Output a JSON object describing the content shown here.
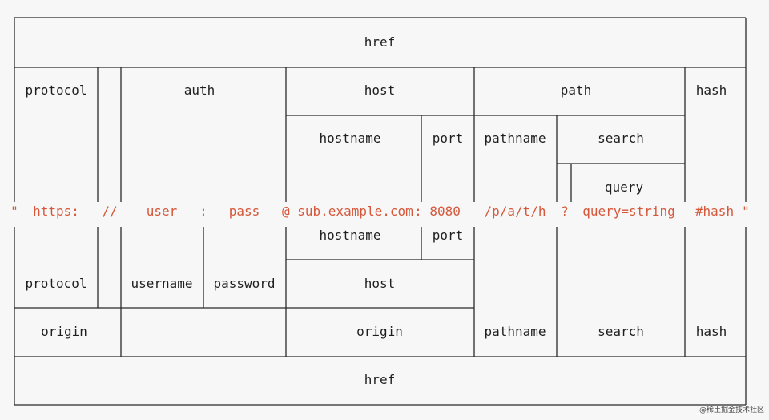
{
  "colors": {
    "text": "#1f1f1f",
    "url_text": "#d6573a",
    "line": "#2a2a2a",
    "background": "#f7f7f7"
  },
  "labels": {
    "href_top": "href",
    "protocol_top": "protocol",
    "auth": "auth",
    "host_top": "host",
    "path": "path",
    "hash_top": "hash",
    "hostname_top": "hostname",
    "port_top": "port",
    "pathname_top": "pathname",
    "search_top": "search",
    "query": "query",
    "hostname_bottom": "hostname",
    "port_bottom": "port",
    "protocol_bottom": "protocol",
    "username": "username",
    "password": "password",
    "host_bottom": "host",
    "origin_left": "origin",
    "origin_middle": "origin",
    "pathname_bottom": "pathname",
    "search_bottom": "search",
    "hash_bottom": "hash",
    "href_bottom": "href"
  },
  "url": {
    "open_quote": "\"",
    "protocol": "https:",
    "slashes": "//",
    "user": "user",
    "colon": ":",
    "pass": "pass",
    "at_host": "@ sub.example.com",
    "port": ": 8080",
    "pathname": "/p/a/t/h",
    "question": "?",
    "query": "query=string",
    "hash": "#hash",
    "close_quote": "\""
  },
  "watermark": "@稀土掘金技术社区"
}
